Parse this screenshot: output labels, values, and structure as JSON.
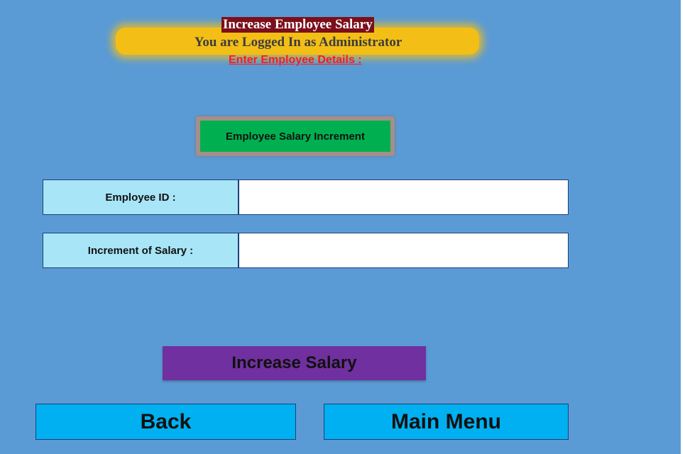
{
  "header": {
    "title": "Increase Employee Salary",
    "subtitle": "You are Logged In as Administrator",
    "instruction": "Enter Employee Details :"
  },
  "section_button": {
    "label": "Employee Salary Increment"
  },
  "form": {
    "fields": [
      {
        "label": "Employee ID :",
        "value": "",
        "placeholder": ""
      },
      {
        "label": "Increment of Salary :",
        "value": "",
        "placeholder": ""
      }
    ]
  },
  "actions": {
    "increase_label": "Increase Salary",
    "back_label": "Back",
    "main_menu_label": "Main Menu"
  },
  "colors": {
    "background": "#5b9bd5",
    "title_bg": "#7b0f1b",
    "banner": "#f3bf16",
    "instruction": "#ff1a1a",
    "section_button": "#00b050",
    "field_label_bg": "#a7e5f7",
    "increase_button": "#7030a0",
    "nav_button": "#00b0f0"
  }
}
